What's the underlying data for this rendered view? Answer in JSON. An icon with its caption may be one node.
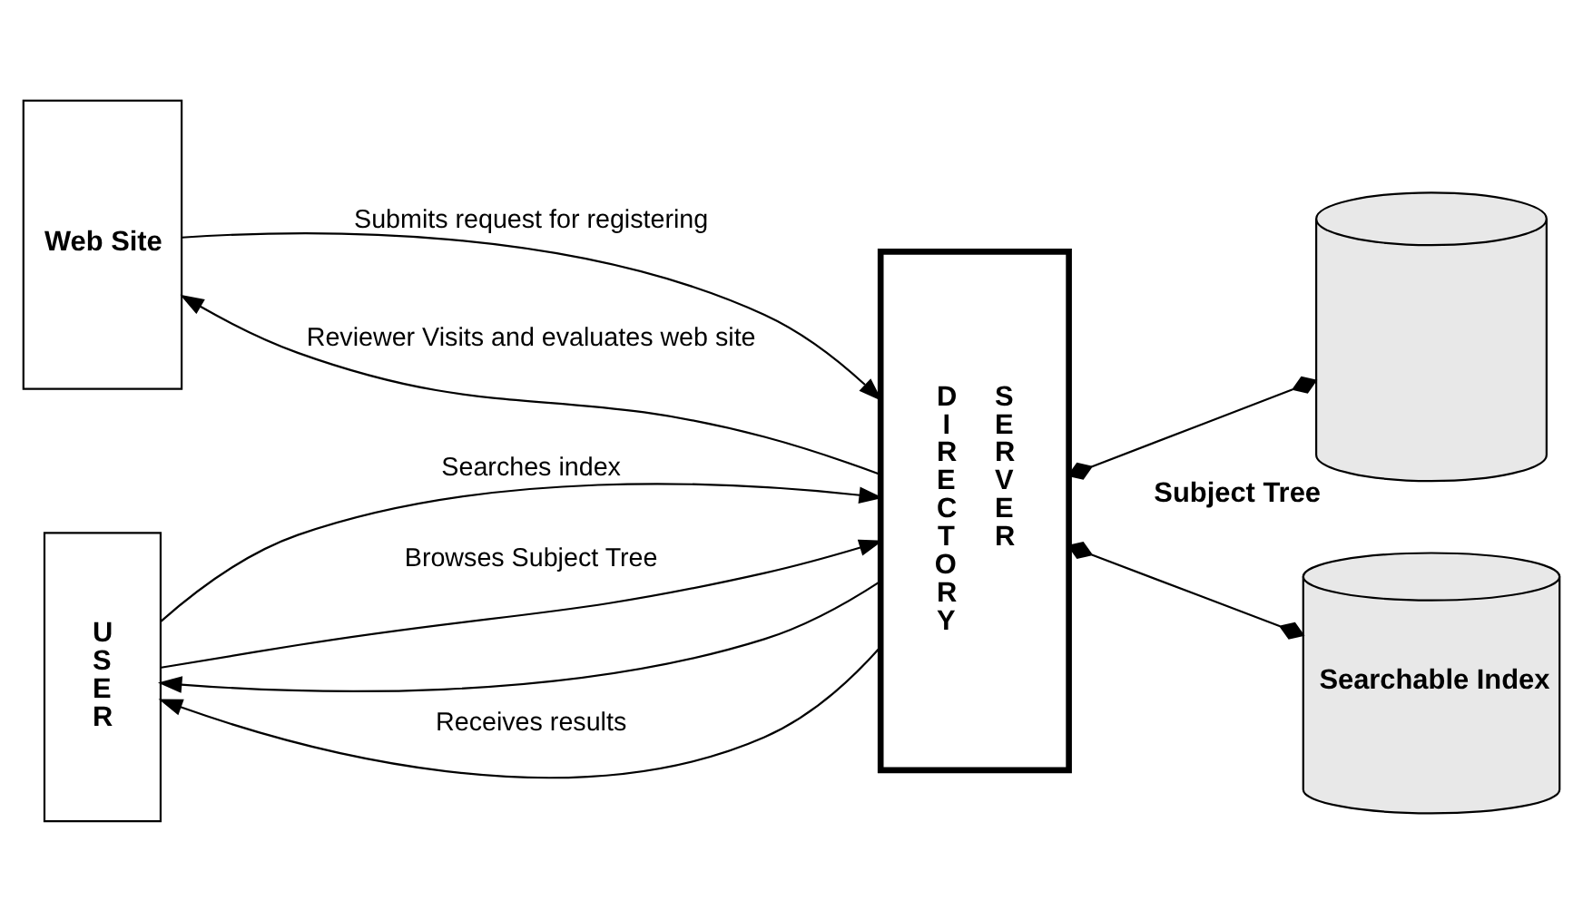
{
  "diagram": {
    "nodes": [
      {
        "text": [
          "Web Site"
        ]
      },
      {
        "text": [
          "USER"
        ]
      },
      {
        "text": [
          "DIRECTORY",
          "SERVER"
        ]
      },
      {
        "text": [],
        "shape": "cylinder",
        "beside": [
          "Subject Tree"
        ]
      },
      {
        "text": [
          "Searchable Index"
        ]
      }
    ],
    "edges": [
      {
        "from": 0,
        "to": 2,
        "arrow": "to",
        "label": "Submits request for registering"
      },
      {
        "from": 2,
        "to": 0,
        "arrow": "to",
        "label": "Reviewer Visits and evaluates web site"
      },
      {
        "from": 1,
        "to": 2,
        "arrow": "to",
        "label": "Searches index"
      },
      {
        "from": 2,
        "to": 1,
        "arrow": "to"
      },
      {
        "from": 2,
        "to": 1,
        "arrow": "to",
        "label": "Receives results"
      },
      {
        "from": 1,
        "to": 2,
        "arrow": "to",
        "label": "Browses Subject Tree"
      },
      {
        "from": 2,
        "to": 3,
        "arrow": "other"
      },
      {
        "from": 2,
        "to": 4,
        "arrow": "other"
      }
    ]
  }
}
